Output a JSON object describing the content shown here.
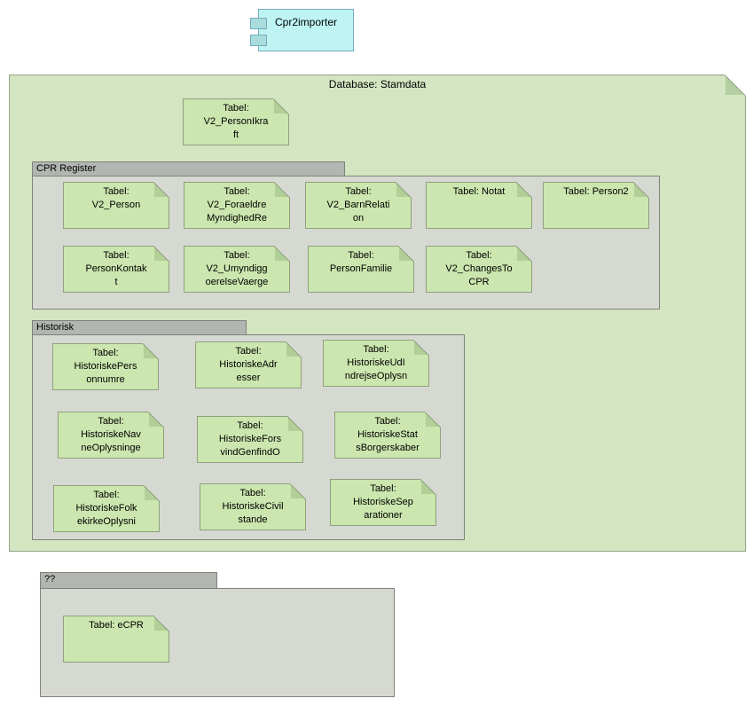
{
  "component": {
    "label": "Cpr2importer"
  },
  "container": {
    "title": "Database: Stamdata",
    "note": {
      "lines": [
        "Tabel:",
        "V2_PersonIkra",
        "ft"
      ]
    }
  },
  "packages": [
    {
      "name": "CPR Register",
      "notes": [
        {
          "lines": [
            "Tabel:",
            "V2_Person"
          ]
        },
        {
          "lines": [
            "Tabel:",
            "V2_Foraeldre",
            "MyndighedRe"
          ]
        },
        {
          "lines": [
            "Tabel:",
            "V2_BarnRelati",
            "on"
          ]
        },
        {
          "lines": [
            "Tabel: Notat"
          ]
        },
        {
          "lines": [
            "Tabel: Person2"
          ]
        },
        {
          "lines": [
            "Tabel:",
            "PersonKontak",
            "t"
          ]
        },
        {
          "lines": [
            "Tabel:",
            "V2_Umyndigg",
            "oerelseVaerge"
          ]
        },
        {
          "lines": [
            "Tabel:",
            "PersonFamilie"
          ]
        },
        {
          "lines": [
            "Tabel:",
            "V2_ChangesTo",
            "CPR"
          ]
        }
      ]
    },
    {
      "name": "Historisk",
      "notes": [
        {
          "lines": [
            "Tabel:",
            "HistoriskePers",
            "onnumre"
          ]
        },
        {
          "lines": [
            "Tabel:",
            "HistoriskeAdr",
            "esser"
          ]
        },
        {
          "lines": [
            "Tabel:",
            "HistoriskeUdI",
            "ndrejseOplysn"
          ]
        },
        {
          "lines": [
            "Tabel:",
            "HistoriskeNav",
            "neOplysninge"
          ]
        },
        {
          "lines": [
            "Tabel:",
            "HistoriskeFors",
            "vindGenfindO"
          ]
        },
        {
          "lines": [
            "Tabel:",
            "HistoriskeStat",
            "sBorgerskaber"
          ]
        },
        {
          "lines": [
            "Tabel:",
            "HistoriskeFolk",
            "ekirkeOplysni"
          ]
        },
        {
          "lines": [
            "Tabel:",
            "HistoriskeCivil",
            "stande"
          ]
        },
        {
          "lines": [
            "Tabel:",
            "HistoriskeSep",
            "arationer"
          ]
        }
      ]
    },
    {
      "name": "??",
      "notes": [
        {
          "lines": [
            "Tabel: eCPR"
          ]
        }
      ]
    }
  ],
  "colors": {
    "component_fill": "#BEF4F4",
    "component_port_fill": "#A9DCDD",
    "component_border": "#74ABBE",
    "container_fill": "#D3E5C1",
    "container_border": "#97A489",
    "container_fold": "#B4CFA1",
    "note_fill": "#CBE6AE",
    "note_border": "#8FA07E",
    "note_fold": "#B1CF97",
    "package_body": "#D6D9D2",
    "package_tab": "#B1B7B0",
    "package_border": "#7E827B"
  }
}
